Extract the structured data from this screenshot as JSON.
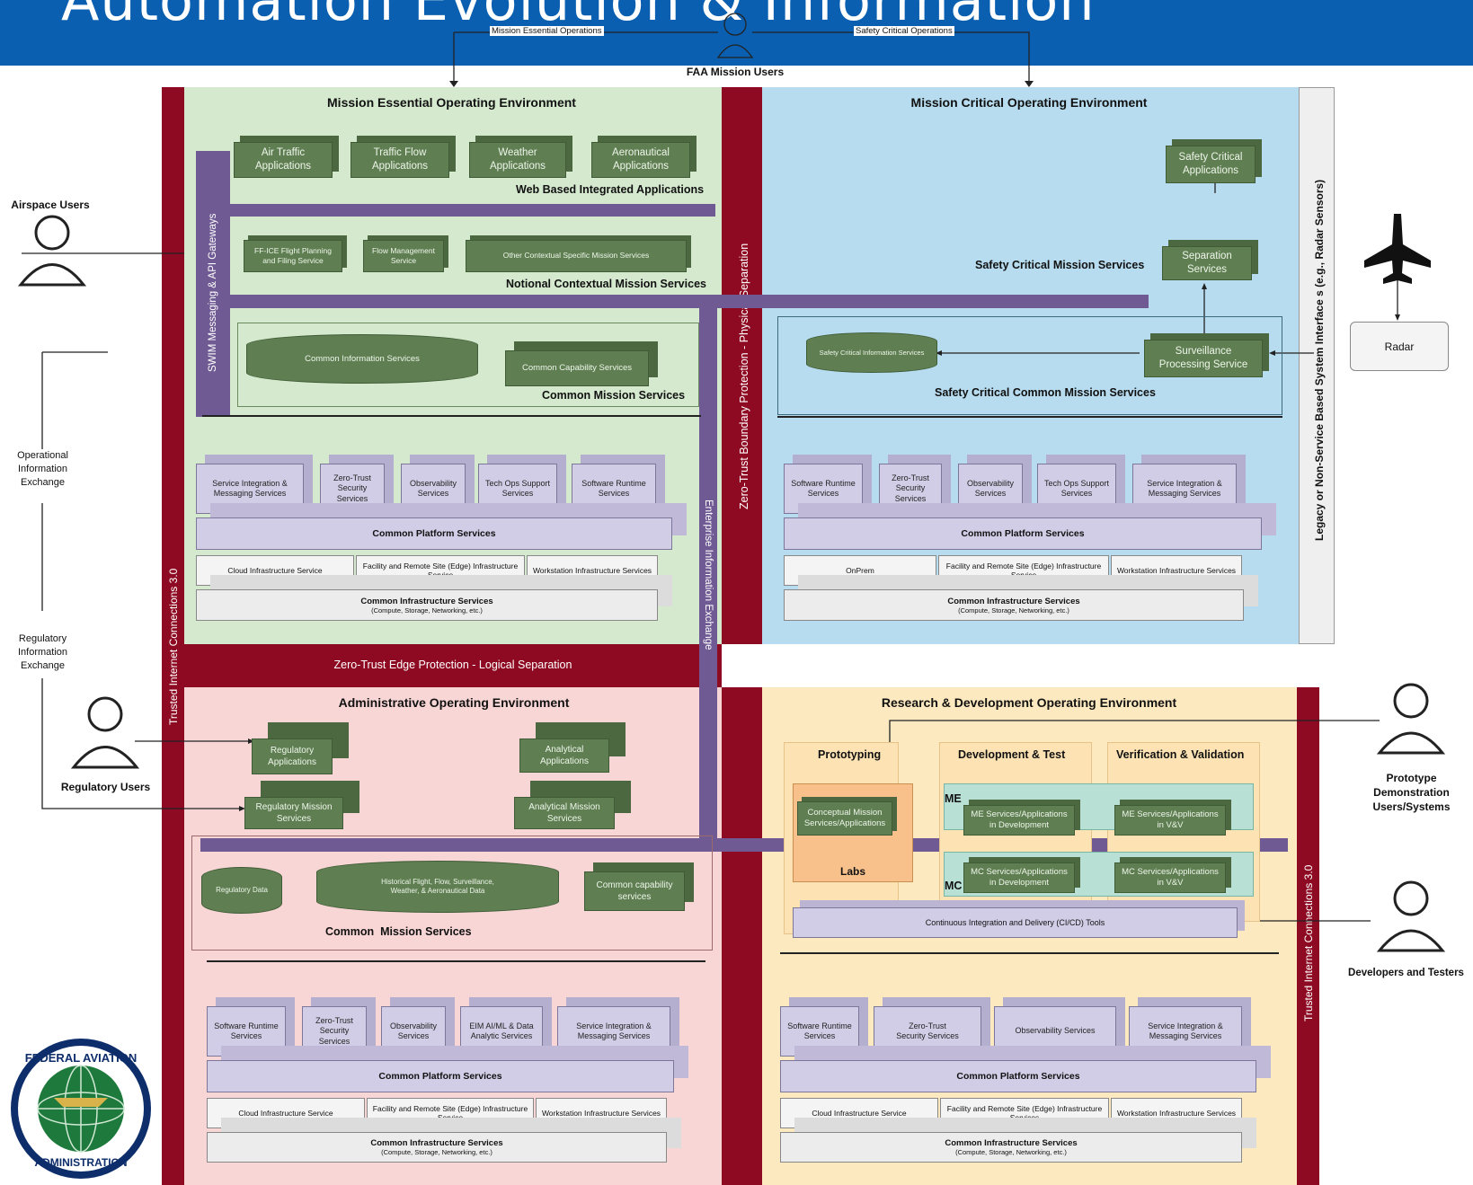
{
  "banner": {
    "title": "Automation Evolution & Information"
  },
  "top_users": {
    "label": "FAA Mission Users",
    "left_flow": "Mission Essential Operations",
    "right_flow": "Safety Critical Operations"
  },
  "left_side": {
    "airspace_users": "Airspace Users",
    "operational_exchange": "Operational\nInformation\nExchange",
    "regulatory_exchange": "Regulatory\nInformation\nExchange",
    "regulatory_users": "Regulatory Users"
  },
  "right_side": {
    "prototype_users": "Prototype\nDemonstration\nUsers/Systems",
    "developers": "Developers and Testers",
    "radar": "Radar"
  },
  "bars": {
    "trusted_left": "Trusted Internet Connections 3.0",
    "trusted_right": "Trusted Internet Connections 3.0",
    "swim": "SWIM Messaging & API Gateways",
    "enterprise": "Enterprise Information Exchange",
    "zero_trust_physical": "Zero-Trust Boundary Protection - Physical Separation",
    "zero_trust_logical": "Zero-Trust Edge Protection - Logical Separation",
    "legacy": "Legacy or Non-Service Based System Interface s (e.g., Radar Sensors)"
  },
  "me": {
    "title": "Mission Essential Operating Environment",
    "apps": [
      "Air Traffic\nApplications",
      "Traffic Flow\nApplications",
      "Weather\nApplications",
      "Aeronautical\nApplications"
    ],
    "web_label": "Web Based Integrated Applications",
    "contextual": [
      "FF-ICE Flight Planning\nand Filing Service",
      "Flow Management\nService",
      "Other Contextual Specific Mission Services"
    ],
    "contextual_label": "Notional Contextual Mission Services",
    "common_info": "Common Information Services",
    "common_cap": "Common Capability Services",
    "common_label": "Common Mission Services",
    "platform": [
      "Service Integration &\nMessaging Services",
      "Zero-Trust\nSecurity\nServices",
      "Observability\nServices",
      "Tech Ops Support\nServices",
      "Software Runtime\nServices"
    ],
    "platform_label": "Common Platform Services",
    "infra": [
      "Cloud Infrastructure Service",
      "Facility and Remote Site (Edge) Infrastructure\nService",
      "Workstation Infrastructure Services"
    ],
    "infra_label": "Common Infrastructure Services",
    "infra_sub": "(Compute, Storage, Networking, etc.)"
  },
  "mc": {
    "title": "Mission Critical Operating Environment",
    "safety_apps": "Safety Critical\nApplications",
    "separation": "Separation\nServices",
    "sc_mission_label": "Safety Critical Mission Services",
    "surveillance": "Surveillance\nProcessing Service",
    "sc_info": "Safety Critical Information Services",
    "sc_common_label": "Safety Critical Common Mission Services",
    "platform": [
      "Software Runtime\nServices",
      "Zero-Trust\nSecurity\nServices",
      "Observability\nServices",
      "Tech Ops Support\nServices",
      "Service Integration &\nMessaging Services"
    ],
    "platform_label": "Common Platform Services",
    "infra": [
      "OnPrem",
      "Facility and Remote Site (Edge) Infrastructure\nService",
      "Workstation Infrastructure Services"
    ],
    "infra_label": "Common Infrastructure Services",
    "infra_sub": "(Compute, Storage, Networking, etc.)"
  },
  "admin": {
    "title": "Administrative Operating Environment",
    "reg_apps": "Regulatory\nApplications",
    "analytical_apps": "Analytical\nApplications",
    "reg_mission": "Regulatory Mission\nServices",
    "analytical_mission": "Analytical Mission\nServices",
    "reg_data": "Regulatory Data",
    "historical": "Historical Flight, Flow, Surveillance,\nWeather, & Aeronautical Data",
    "cap": "Common capability\nservices",
    "common_label": "Common  Mission Services",
    "platform": [
      "Software Runtime\nServices",
      "Zero-Trust\nSecurity\nServices",
      "Observability\nServices",
      "EIM AI/ML & Data\nAnalytic Services",
      "Service Integration &\nMessaging Services"
    ],
    "platform_label": "Common Platform Services",
    "infra": [
      "Cloud Infrastructure Service",
      "Facility and Remote Site (Edge) Infrastructure\nService",
      "Workstation Infrastructure Services"
    ],
    "infra_label": "Common Infrastructure Services",
    "infra_sub": "(Compute, Storage, Networking, etc.)"
  },
  "rd": {
    "title": "Research & Development Operating Environment",
    "prototyping": "Prototyping",
    "dev_test": "Development & Test",
    "vv": "Verification & Validation",
    "conceptual": "Conceptual Mission\nServices/Applications",
    "labs": "Labs",
    "me_tag": "ME",
    "mc_tag": "MC",
    "me_dev": "ME Services/Applications\nin Development",
    "me_vv": "ME Services/Applications\nin V&V",
    "mc_dev": "MC Services/Applications\nin Development",
    "mc_vv": "MC Services/Applications\nin V&V",
    "cicd": "Continuous Integration and Delivery (CI/CD) Tools",
    "platform": [
      "Software Runtime\nServices",
      "Zero-Trust\nSecurity Services",
      "Observability Services",
      "Service Integration &\nMessaging Services"
    ],
    "platform_label": "Common Platform Services",
    "infra": [
      "Cloud Infrastructure Service",
      "Facility and Remote Site (Edge) Infrastructure\nServices",
      "Workstation Infrastructure Services"
    ],
    "infra_label": "Common Infrastructure Services",
    "infra_sub": "(Compute, Storage, Networking, etc.)"
  },
  "logo": {
    "text_top": "FEDERAL AVIATION",
    "text_bottom": "ADMINISTRATION"
  },
  "colors": {
    "banner": "#0a5fb0",
    "boundary": "#8e0a22",
    "bus": "#6f5a93",
    "service_box": "#5f7f52",
    "platform": "#d2cde6"
  }
}
